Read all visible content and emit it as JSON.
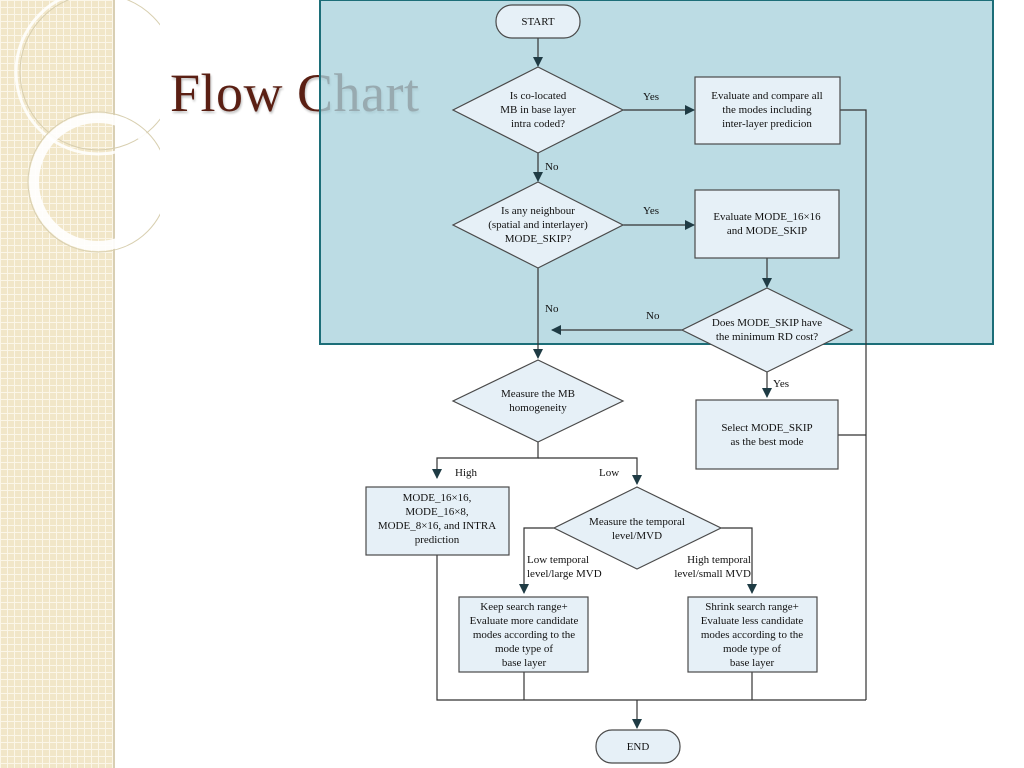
{
  "slide": {
    "title": "Flow Chart"
  },
  "nodes": {
    "start": "START",
    "end": "END",
    "q_colocated": [
      "Is co-located",
      "MB in base layer",
      "intra coded?"
    ],
    "box_eval_all": [
      "Evaluate and compare all",
      "the modes including",
      "inter-layer predicion"
    ],
    "q_neighbour": [
      "Is any neighbour",
      "(spatial and interlayer)",
      "MODE_SKIP?"
    ],
    "box_eval_16": [
      "Evaluate MODE_16×16",
      "and MODE_SKIP"
    ],
    "q_skip_min": [
      "Does MODE_SKIP have",
      "the minimum RD cost?"
    ],
    "box_select_skip": [
      "Select MODE_SKIP",
      "as the best mode"
    ],
    "q_homogeneity": [
      "Measure the MB",
      "homogeneity"
    ],
    "box_high_modes": [
      "MODE_16×16,",
      "MODE_16×8,",
      "MODE_8×16, and INTRA",
      "prediction"
    ],
    "q_temporal": [
      "Measure the temporal",
      "level/MVD"
    ],
    "box_keep": [
      "Keep search range+",
      "Evaluate more candidate",
      "modes according to the",
      "mode type of",
      "base layer"
    ],
    "box_shrink": [
      "Shrink search range+",
      "Evaluate less candidate",
      "modes according to the",
      "mode type of",
      "base layer"
    ]
  },
  "edge_labels": {
    "yes1": "Yes",
    "no1": "No",
    "yes2": "Yes",
    "no2": "No",
    "no3": "No",
    "yes3": "Yes",
    "high": "High",
    "low": "Low",
    "low_temporal": [
      "Low temporal",
      "level/large MVD"
    ],
    "high_temporal": [
      "High temporal",
      "level/small MVD"
    ]
  },
  "colors": {
    "highlight_fill": "#a9d2dc",
    "highlight_border": "#1c6e78",
    "node_fill": "#e6f0f7",
    "line": "#333333",
    "title": "#5a1f13"
  }
}
